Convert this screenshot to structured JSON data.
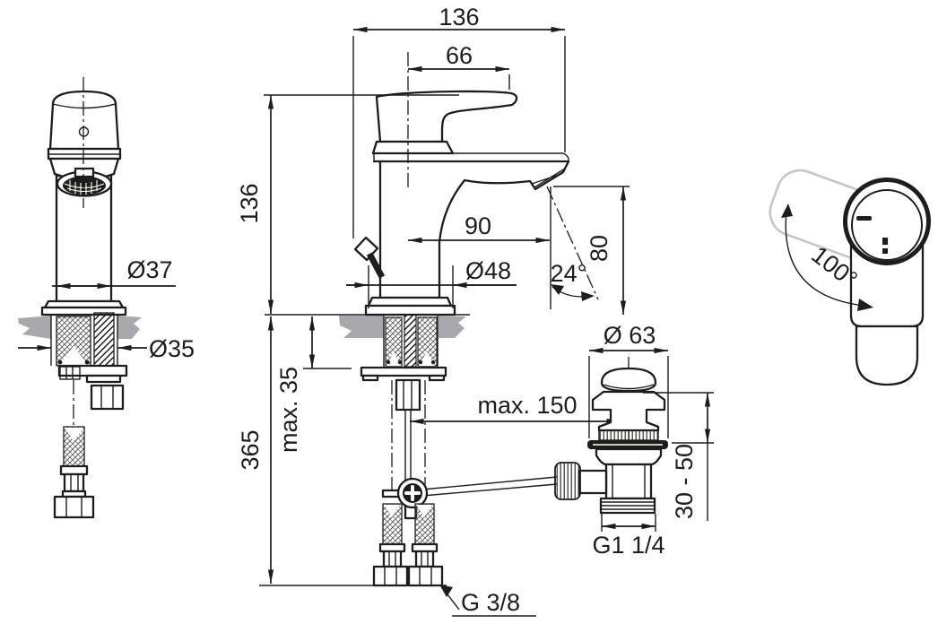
{
  "drawing": {
    "subject": "Basin mixer faucet installation drawing with pop-up waste",
    "colors": {
      "line": "#1d1d1b",
      "countertop": "#a9a9ad",
      "ghost_outline": "#c6c6c6",
      "background": "#ffffff"
    },
    "views": {
      "front": {
        "dims": {
          "spout_dia": "Ø37",
          "shank_dia": "Ø35"
        }
      },
      "side": {
        "dims": {
          "depth": "136",
          "handle_reach": "66",
          "height": "136",
          "spout_reach": "90",
          "base_dia": "Ø48",
          "stream_angle": "24°",
          "outlet_height": "80",
          "deck_thickness_max": "max. 35",
          "install_height": "365",
          "rod_to_waste_max": "max. 150",
          "supply_thread": "G 3/8"
        }
      },
      "waste": {
        "dims": {
          "flange_dia": "Ø 63",
          "deck_range": "30 - 50",
          "waste_thread": "G1 1/4"
        }
      },
      "top": {
        "dims": {
          "swivel_angle": "100°"
        }
      }
    }
  }
}
